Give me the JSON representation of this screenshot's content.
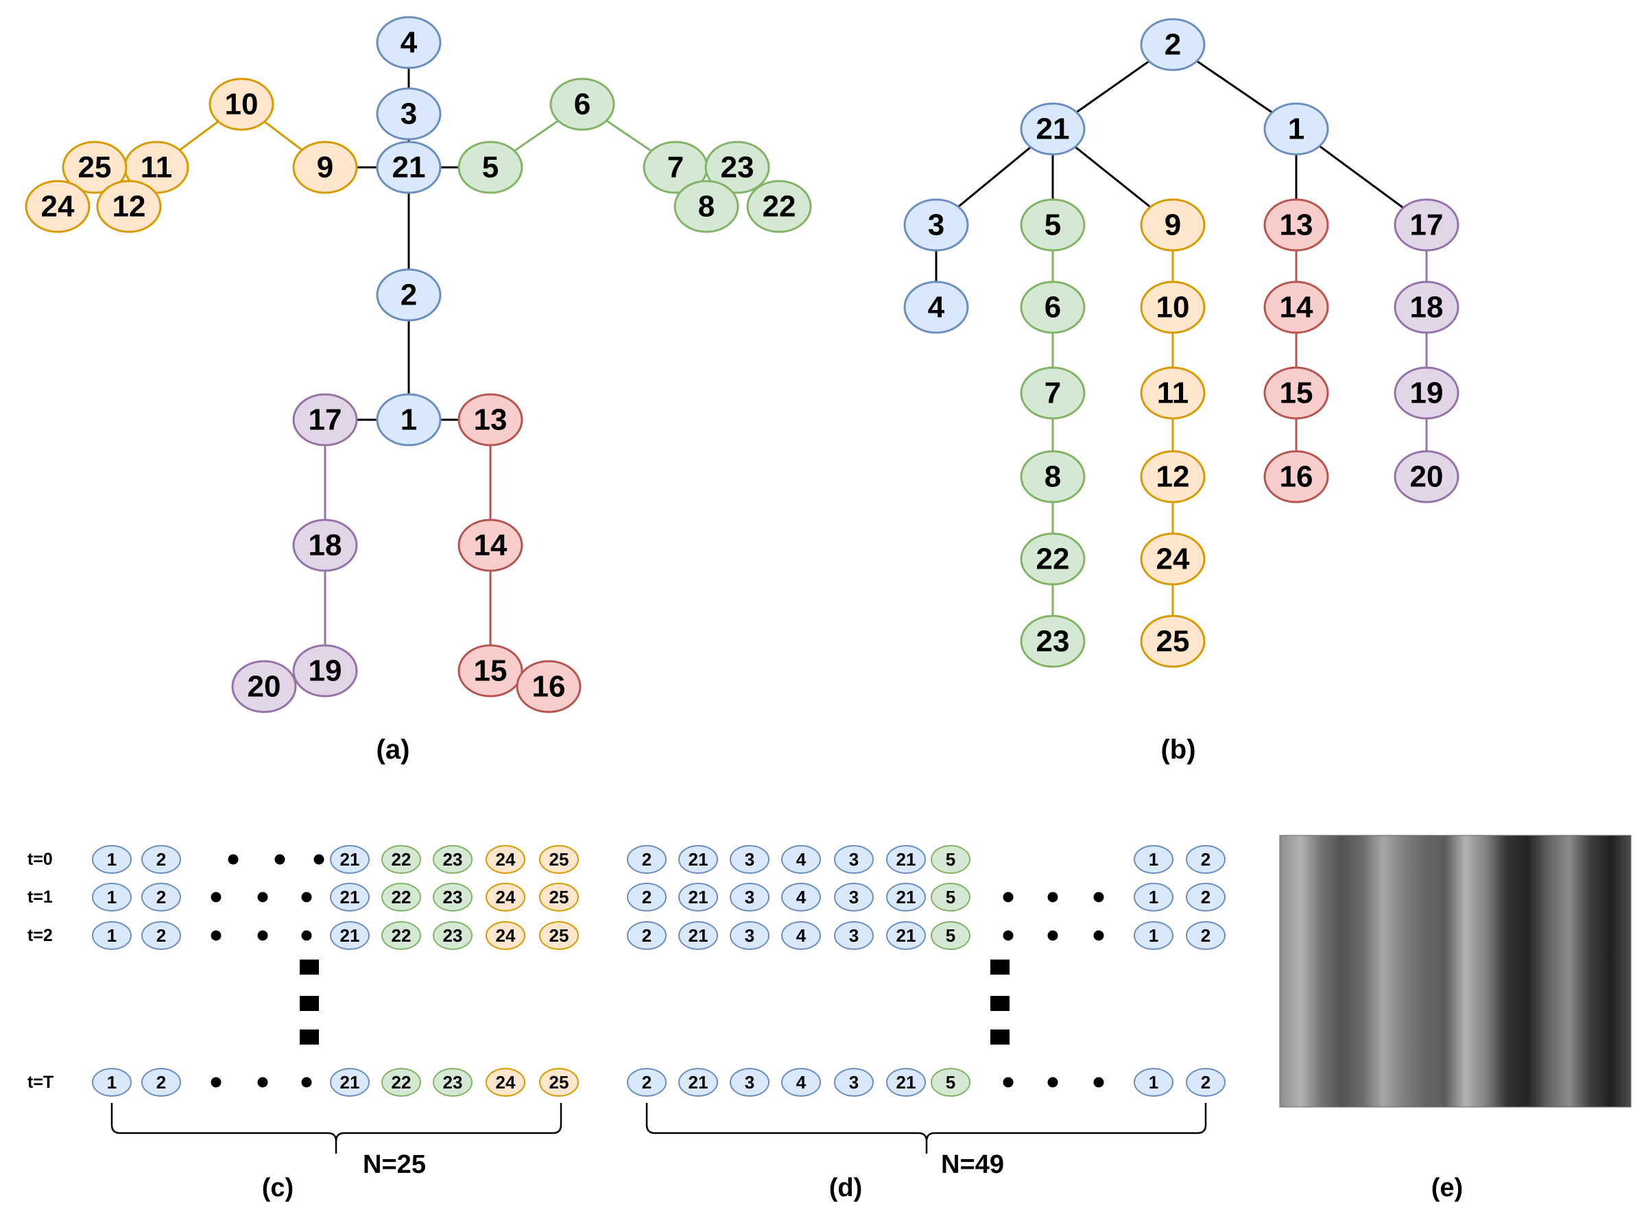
{
  "colors": {
    "blue": {
      "fill": "#dae8fc",
      "stroke": "#6c8ebf"
    },
    "green": {
      "fill": "#d5e8d4",
      "stroke": "#82b366"
    },
    "orange": {
      "fill": "#ffe6cc",
      "stroke": "#d79b00"
    },
    "red": {
      "fill": "#f8cecc",
      "stroke": "#b85450"
    },
    "purple": {
      "fill": "#e1d5e7",
      "stroke": "#9673a6"
    },
    "black": "#000000"
  },
  "panels": {
    "a": {
      "caption": "(a)"
    },
    "b": {
      "caption": "(b)"
    },
    "c": {
      "caption": "(c)",
      "brace_label": "N=25"
    },
    "d": {
      "caption": "(d)",
      "brace_label": "N=49"
    },
    "e": {
      "caption": "(e)"
    }
  },
  "skeleton_graph": {
    "nodes": [
      {
        "id": "1",
        "group": "blue"
      },
      {
        "id": "2",
        "group": "blue"
      },
      {
        "id": "3",
        "group": "blue"
      },
      {
        "id": "4",
        "group": "blue"
      },
      {
        "id": "21",
        "group": "blue"
      },
      {
        "id": "5",
        "group": "green"
      },
      {
        "id": "6",
        "group": "green"
      },
      {
        "id": "7",
        "group": "green"
      },
      {
        "id": "23",
        "group": "green"
      },
      {
        "id": "8",
        "group": "green"
      },
      {
        "id": "22",
        "group": "green"
      },
      {
        "id": "9",
        "group": "orange"
      },
      {
        "id": "10",
        "group": "orange"
      },
      {
        "id": "11",
        "group": "orange"
      },
      {
        "id": "25",
        "group": "orange"
      },
      {
        "id": "24",
        "group": "orange"
      },
      {
        "id": "12",
        "group": "orange"
      },
      {
        "id": "13",
        "group": "red"
      },
      {
        "id": "14",
        "group": "red"
      },
      {
        "id": "15",
        "group": "red"
      },
      {
        "id": "16",
        "group": "red"
      },
      {
        "id": "17",
        "group": "purple"
      },
      {
        "id": "18",
        "group": "purple"
      },
      {
        "id": "19",
        "group": "purple"
      },
      {
        "id": "20",
        "group": "purple"
      }
    ],
    "edges": [
      [
        "4",
        "3"
      ],
      [
        "3",
        "21"
      ],
      [
        "21",
        "2"
      ],
      [
        "2",
        "1"
      ],
      [
        "21",
        "9"
      ],
      [
        "9",
        "10"
      ],
      [
        "10",
        "11"
      ],
      [
        "21",
        "5"
      ],
      [
        "5",
        "6"
      ],
      [
        "6",
        "7"
      ],
      [
        "1",
        "17"
      ],
      [
        "17",
        "18"
      ],
      [
        "18",
        "19"
      ],
      [
        "1",
        "13"
      ],
      [
        "13",
        "14"
      ],
      [
        "14",
        "15"
      ]
    ]
  },
  "tree_graph": {
    "nodes": [
      {
        "id": "2",
        "group": "blue"
      },
      {
        "id": "21",
        "group": "blue"
      },
      {
        "id": "1",
        "group": "blue"
      },
      {
        "id": "3",
        "group": "blue"
      },
      {
        "id": "4",
        "group": "blue"
      },
      {
        "id": "5",
        "group": "green"
      },
      {
        "id": "6",
        "group": "green"
      },
      {
        "id": "7",
        "group": "green"
      },
      {
        "id": "8",
        "group": "green"
      },
      {
        "id": "22",
        "group": "green"
      },
      {
        "id": "23",
        "group": "green"
      },
      {
        "id": "9",
        "group": "orange"
      },
      {
        "id": "10",
        "group": "orange"
      },
      {
        "id": "11",
        "group": "orange"
      },
      {
        "id": "12",
        "group": "orange"
      },
      {
        "id": "24",
        "group": "orange"
      },
      {
        "id": "25",
        "group": "orange"
      },
      {
        "id": "13",
        "group": "red"
      },
      {
        "id": "14",
        "group": "red"
      },
      {
        "id": "15",
        "group": "red"
      },
      {
        "id": "16",
        "group": "red"
      },
      {
        "id": "17",
        "group": "purple"
      },
      {
        "id": "18",
        "group": "purple"
      },
      {
        "id": "19",
        "group": "purple"
      },
      {
        "id": "20",
        "group": "purple"
      }
    ],
    "edges": [
      [
        "2",
        "21"
      ],
      [
        "2",
        "1"
      ],
      [
        "21",
        "3"
      ],
      [
        "21",
        "5"
      ],
      [
        "21",
        "9"
      ],
      [
        "1",
        "13"
      ],
      [
        "1",
        "17"
      ],
      [
        "3",
        "4"
      ],
      [
        "5",
        "6"
      ],
      [
        "6",
        "7"
      ],
      [
        "7",
        "8"
      ],
      [
        "8",
        "22"
      ],
      [
        "22",
        "23"
      ],
      [
        "9",
        "10"
      ],
      [
        "10",
        "11"
      ],
      [
        "11",
        "12"
      ],
      [
        "12",
        "24"
      ],
      [
        "24",
        "25"
      ],
      [
        "13",
        "14"
      ],
      [
        "14",
        "15"
      ],
      [
        "15",
        "16"
      ],
      [
        "17",
        "18"
      ],
      [
        "18",
        "19"
      ],
      [
        "19",
        "20"
      ]
    ]
  },
  "sequences": {
    "row_labels": [
      "t=0",
      "t=1",
      "t=2",
      "t=T"
    ],
    "c": {
      "tokens": [
        {
          "id": "1",
          "group": "blue"
        },
        {
          "id": "2",
          "group": "blue"
        },
        {
          "id": "21",
          "group": "blue"
        },
        {
          "id": "22",
          "group": "green"
        },
        {
          "id": "23",
          "group": "green"
        },
        {
          "id": "24",
          "group": "orange"
        },
        {
          "id": "25",
          "group": "orange"
        }
      ]
    },
    "d": {
      "tokens": [
        {
          "id": "2",
          "group": "blue"
        },
        {
          "id": "21",
          "group": "blue"
        },
        {
          "id": "3",
          "group": "blue"
        },
        {
          "id": "4",
          "group": "blue"
        },
        {
          "id": "3",
          "group": "blue"
        },
        {
          "id": "21",
          "group": "blue"
        },
        {
          "id": "5",
          "group": "green"
        },
        {
          "id": "1",
          "group": "blue"
        },
        {
          "id": "2",
          "group": "blue"
        }
      ]
    }
  },
  "image_e": {
    "column_shades": [
      0.55,
      0.7,
      0.45,
      0.32,
      0.42,
      0.65,
      0.5,
      0.4,
      0.36,
      0.7,
      0.5,
      0.2,
      0.14,
      0.38,
      0.55,
      0.25,
      0.12,
      0.3
    ]
  }
}
